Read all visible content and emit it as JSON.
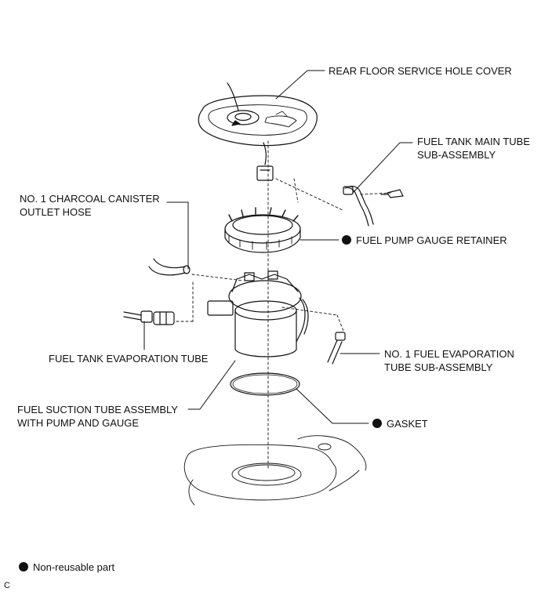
{
  "labels": {
    "rear_floor_service_hole_cover": "REAR FLOOR SERVICE HOLE COVER",
    "fuel_tank_main_tube_line1": "FUEL TANK MAIN TUBE",
    "fuel_tank_main_tube_line2": "SUB-ASSEMBLY",
    "charcoal_canister_line1": "NO. 1 CHARCOAL CANISTER",
    "charcoal_canister_line2": "OUTLET HOSE",
    "fuel_pump_gauge_retainer": "FUEL PUMP GAUGE RETAINER",
    "fuel_tank_evaporation_tube": "FUEL TANK EVAPORATION TUBE",
    "evaporation_tube_line1": "NO. 1 FUEL EVAPORATION",
    "evaporation_tube_line2": "TUBE SUB-ASSEMBLY",
    "suction_tube_line1": "FUEL SUCTION TUBE ASSEMBLY",
    "suction_tube_line2": "WITH PUMP AND GAUGE",
    "gasket": "GASKET"
  },
  "legend": {
    "text": "Non-reusable part",
    "symbol": "filled-dot"
  },
  "corner_mark": "C"
}
